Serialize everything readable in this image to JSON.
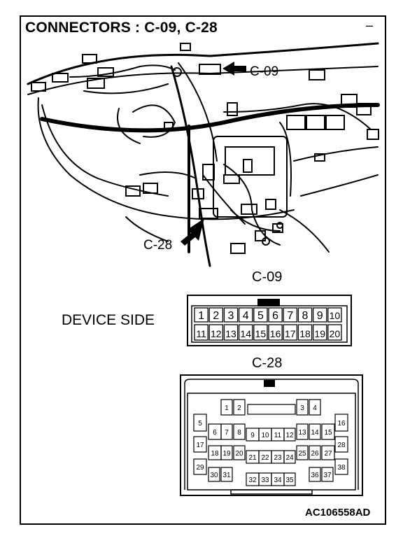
{
  "title": "CONNECTORS : C-09, C-28",
  "callouts": {
    "c09": "C-09",
    "c28": "C-28"
  },
  "device_side": "DEVICE SIDE",
  "connector_c09": {
    "label": "C-09",
    "top_row": [
      "1",
      "2",
      "3",
      "4",
      "5",
      "6",
      "7",
      "8",
      "9",
      "10"
    ],
    "bottom_row": [
      "11",
      "12",
      "13",
      "14",
      "15",
      "16",
      "17",
      "18",
      "19",
      "20"
    ]
  },
  "connector_c28": {
    "label": "C-28",
    "pins": [
      "1",
      "2",
      "3",
      "4",
      "5",
      "6",
      "7",
      "8",
      "9",
      "10",
      "11",
      "12",
      "13",
      "14",
      "15",
      "16",
      "17",
      "18",
      "19",
      "20",
      "21",
      "22",
      "23",
      "24",
      "25",
      "26",
      "27",
      "28",
      "29",
      "30",
      "31",
      "32",
      "33",
      "34",
      "35",
      "36",
      "37",
      "38"
    ]
  },
  "figure_code": "AC106558AD"
}
